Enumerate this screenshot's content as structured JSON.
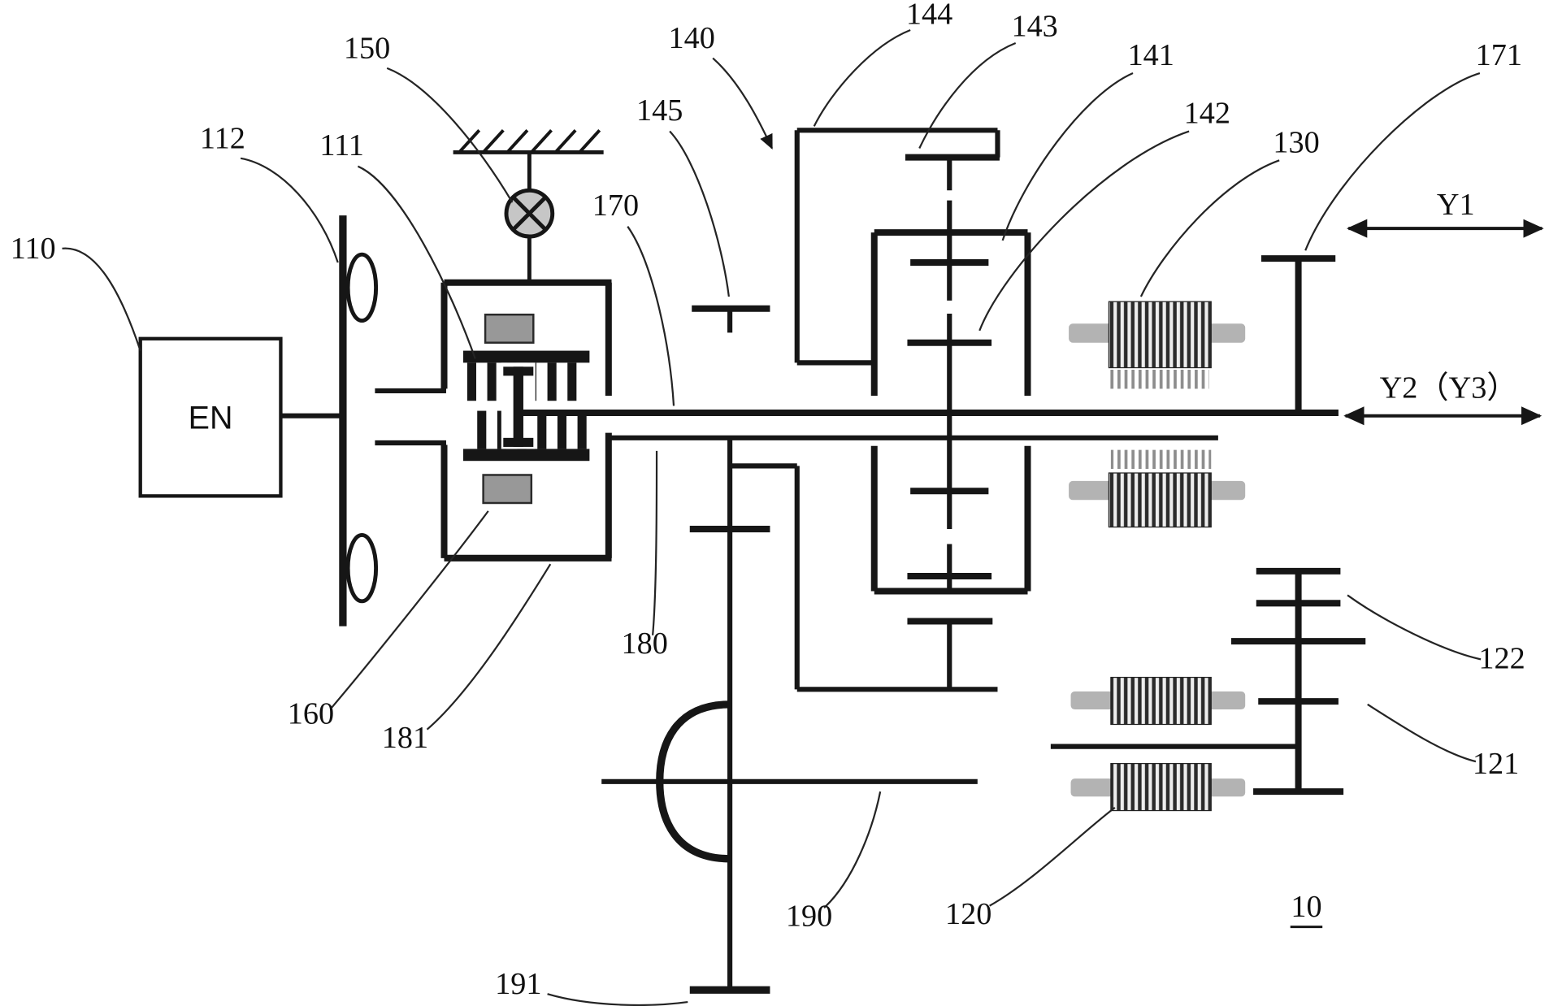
{
  "figure_number": "10",
  "engine": {
    "label": "EN"
  },
  "axes": {
    "y1": "Y1",
    "y2": "Y2（Y3）"
  },
  "reference_numerals": {
    "n110": "110",
    "n111": "111",
    "n112": "112",
    "n120": "120",
    "n121": "121",
    "n122": "122",
    "n130": "130",
    "n140": "140",
    "n141": "141",
    "n142": "142",
    "n143": "143",
    "n144": "144",
    "n145": "145",
    "n150": "150",
    "n160": "160",
    "n170": "170",
    "n171": "171",
    "n180": "180",
    "n181": "181",
    "n190": "190",
    "n191": "191"
  },
  "colors": {
    "line_color": "#161616",
    "actuator_pad_gray": "#989898",
    "motor_bar_gray": "#b3b3b3",
    "damper_fill_gray": "#c6c6c6"
  }
}
